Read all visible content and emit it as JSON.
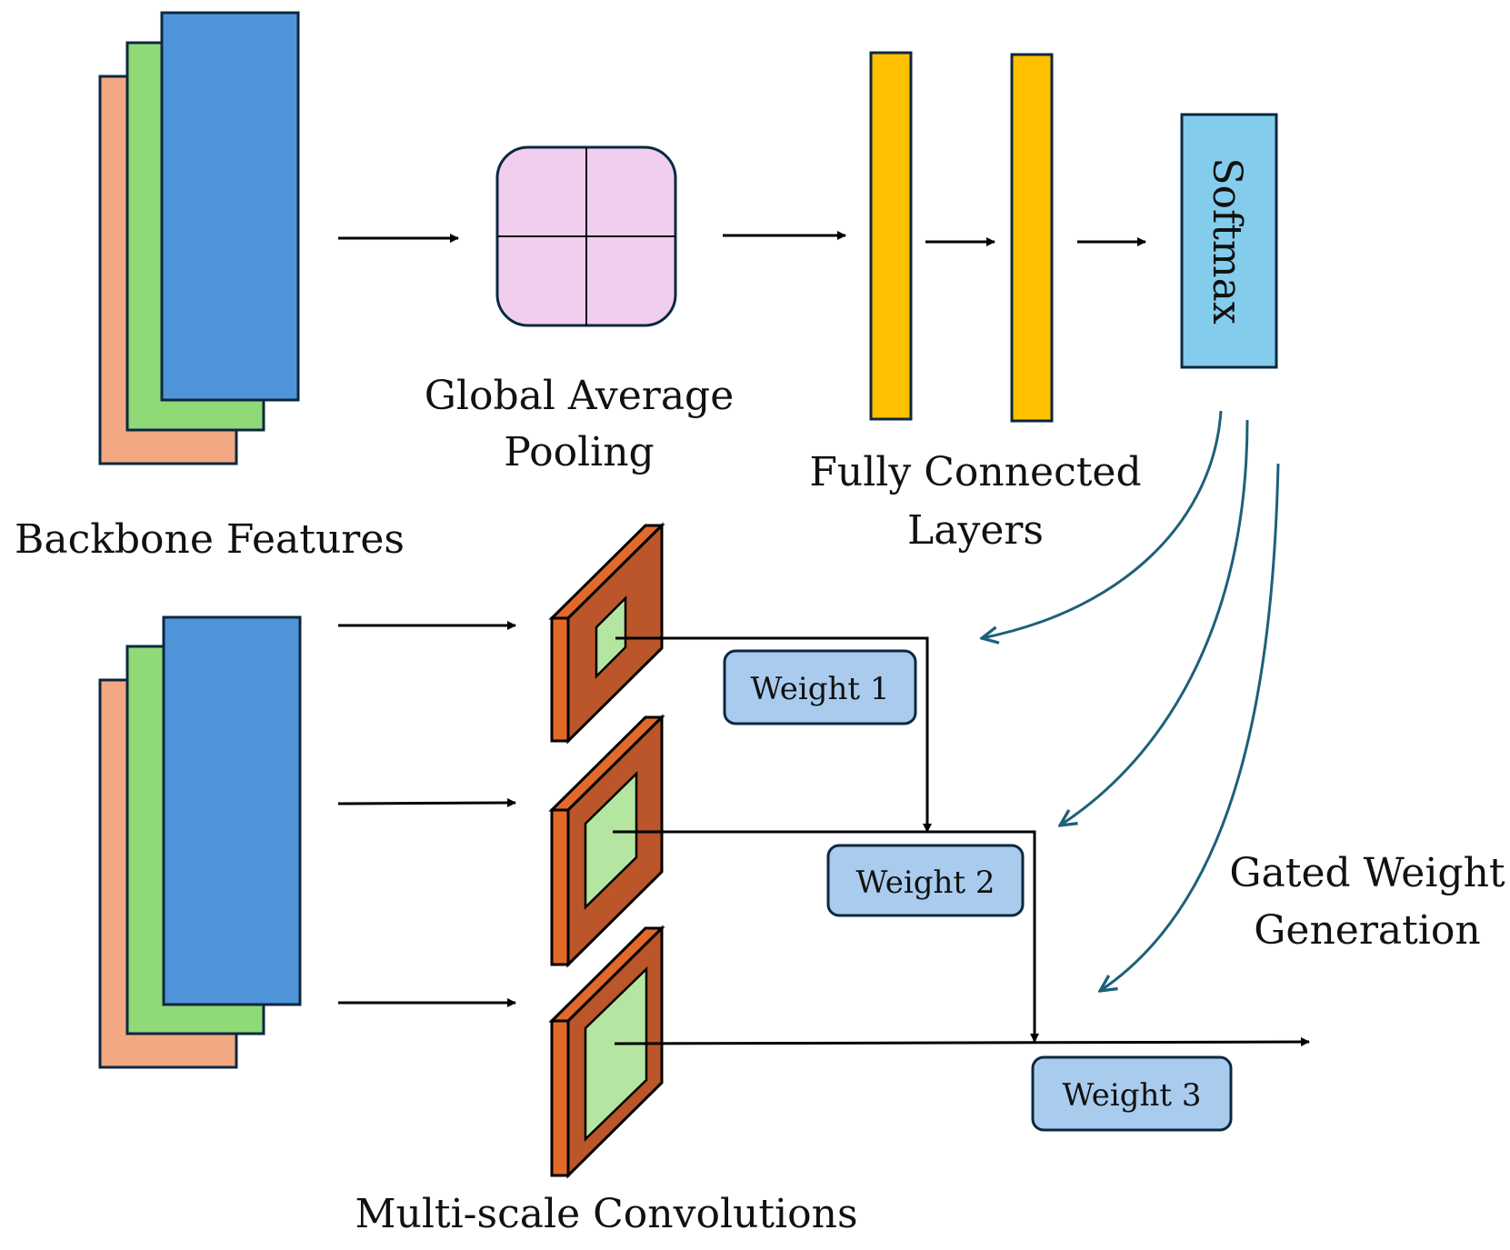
{
  "labels": {
    "backbone": "Backbone Features",
    "gap_line1": "Global Average",
    "gap_line2": "Pooling",
    "fc_line1": "Fully Connected",
    "fc_line2": "Layers",
    "softmax": "Softmax",
    "gated_line1": "Gated Weight",
    "gated_line2": "Generation",
    "multiscale": "Multi-scale Convolutions"
  },
  "weights": [
    "Weight 1",
    "Weight 2",
    "Weight 3"
  ],
  "colors": {
    "feature_orange": "#F2A882",
    "feature_green": "#8FD977",
    "feature_blue": "#4F94D9",
    "pooling_pink": "#F2CEEE",
    "fc_yellow": "#FFC000",
    "softmax_blue": "#84CCEB",
    "conv_side": "#E2692A",
    "conv_face": "#BA5629",
    "kernel_green": "#B4E6A2",
    "weight_box": "#A9CBEE",
    "gate_arrow": "#1D607A",
    "stroke": "#0C2840"
  }
}
